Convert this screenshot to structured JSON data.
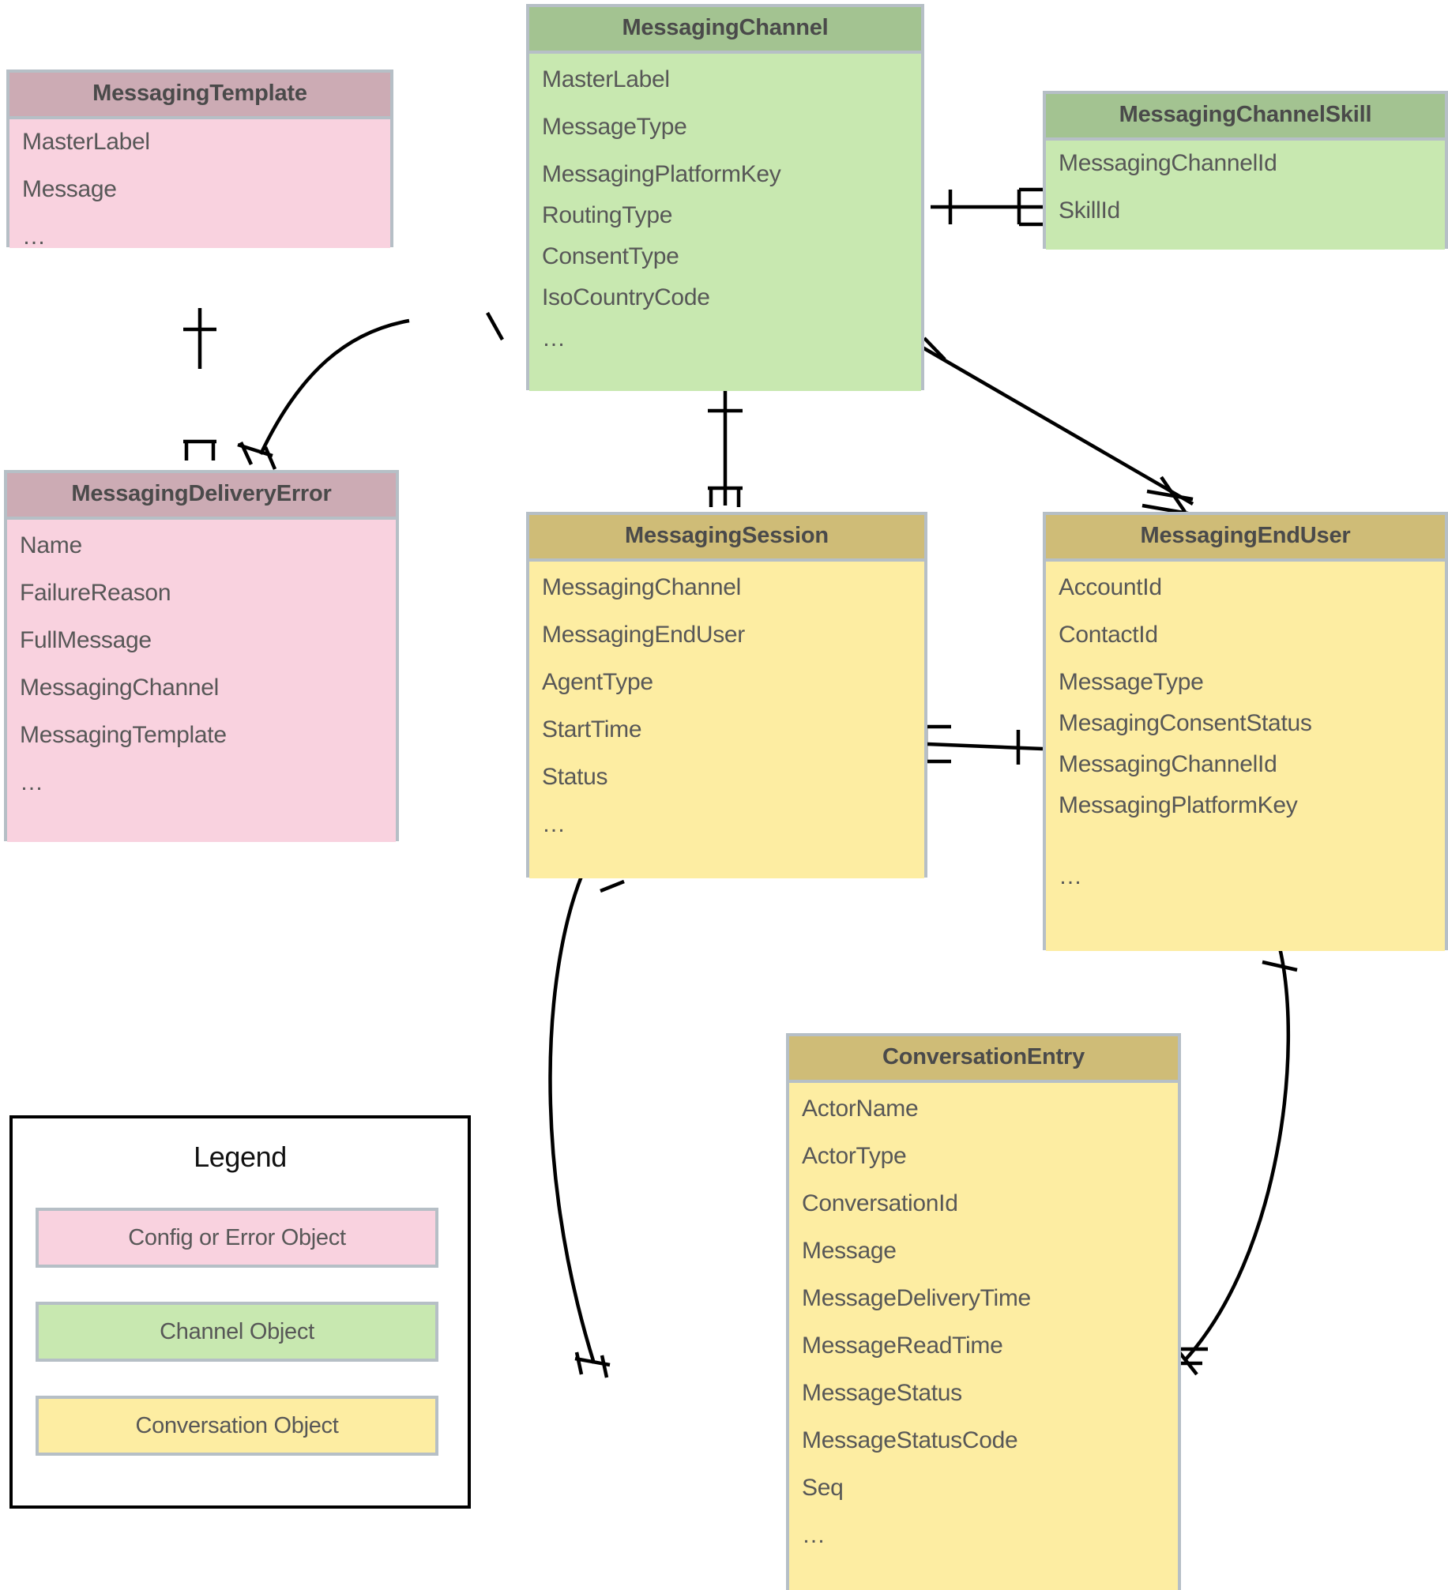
{
  "diagram": {
    "type": "entity-relationship-diagram",
    "background": "#ffffff"
  },
  "palette": {
    "config_or_error_fill": "#f9d2df",
    "config_or_error_header": "#ccabb4",
    "channel_fill": "#c8e8b0",
    "channel_header": "#a3c391",
    "conversation_fill": "#fdeda2",
    "conversation_header": "#cfbc77",
    "border": "#b6bfc6",
    "text": "#575757",
    "line": "#000000"
  },
  "entities": [
    {
      "id": "messaging-template",
      "name": "MessagingTemplate",
      "category": "config-or-error",
      "fields": [
        "MasterLabel",
        "Message",
        "…"
      ]
    },
    {
      "id": "messaging-channel",
      "name": "MessagingChannel",
      "category": "channel",
      "fields": [
        "MasterLabel",
        "MessageType",
        "MessagingPlatformKey",
        "RoutingType",
        "ConsentType",
        "IsoCountryCode",
        "…"
      ]
    },
    {
      "id": "messaging-channel-skill",
      "name": "MessagingChannelSkill",
      "category": "channel",
      "fields": [
        "MessagingChannelId",
        "SkillId"
      ]
    },
    {
      "id": "messaging-delivery-error",
      "name": "MessagingDeliveryError",
      "category": "config-or-error",
      "fields": [
        "Name",
        "FailureReason",
        "FullMessage",
        "MessagingChannel",
        "MessagingTemplate",
        "…"
      ]
    },
    {
      "id": "messaging-session",
      "name": "MessagingSession",
      "category": "conversation",
      "fields": [
        "MessagingChannel",
        "MessagingEndUser",
        "AgentType",
        "StartTime",
        "Status",
        "…"
      ]
    },
    {
      "id": "messaging-end-user",
      "name": "MessagingEndUser",
      "category": "conversation",
      "fields": [
        "AccountId",
        "ContactId",
        "MessageType",
        "MesagingConsentStatus",
        "MessagingChannelId",
        "MessagingPlatformKey",
        "",
        "…"
      ]
    },
    {
      "id": "conversation-entry",
      "name": "ConversationEntry",
      "category": "conversation",
      "fields": [
        "ActorName",
        "ActorType",
        "ConversationId",
        "Message",
        "MessageDeliveryTime",
        "MessageReadTime",
        "MessageStatus",
        "MessageStatusCode",
        "Seq",
        "…"
      ]
    }
  ],
  "relationships": [
    {
      "from": "MessagingTemplate",
      "to": "MessagingDeliveryError",
      "from_cardinality": "one",
      "to_cardinality": "many"
    },
    {
      "from": "MessagingChannel",
      "to": "MessagingChannelSkill",
      "from_cardinality": "one",
      "to_cardinality": "many"
    },
    {
      "from": "MessagingChannel",
      "to": "MessagingDeliveryError",
      "from_cardinality": "one",
      "to_cardinality": "many"
    },
    {
      "from": "MessagingChannel",
      "to": "MessagingSession",
      "from_cardinality": "one",
      "to_cardinality": "many"
    },
    {
      "from": "MessagingChannel",
      "to": "MessagingEndUser",
      "from_cardinality": "one",
      "to_cardinality": "many"
    },
    {
      "from": "MessagingSession",
      "to": "MessagingEndUser",
      "from_cardinality": "many",
      "to_cardinality": "one"
    },
    {
      "from": "MessagingSession",
      "to": "ConversationEntry",
      "from_cardinality": "one",
      "to_cardinality": "many"
    },
    {
      "from": "MessagingEndUser",
      "to": "ConversationEntry",
      "from_cardinality": "one",
      "to_cardinality": "many"
    }
  ],
  "legend": {
    "title": "Legend",
    "items": [
      {
        "label": "Config or Error Object",
        "swatch": "#f9d2df"
      },
      {
        "label": "Channel Object",
        "swatch": "#c8e8b0"
      },
      {
        "label": "Conversation Object",
        "swatch": "#fdeda2"
      }
    ]
  }
}
